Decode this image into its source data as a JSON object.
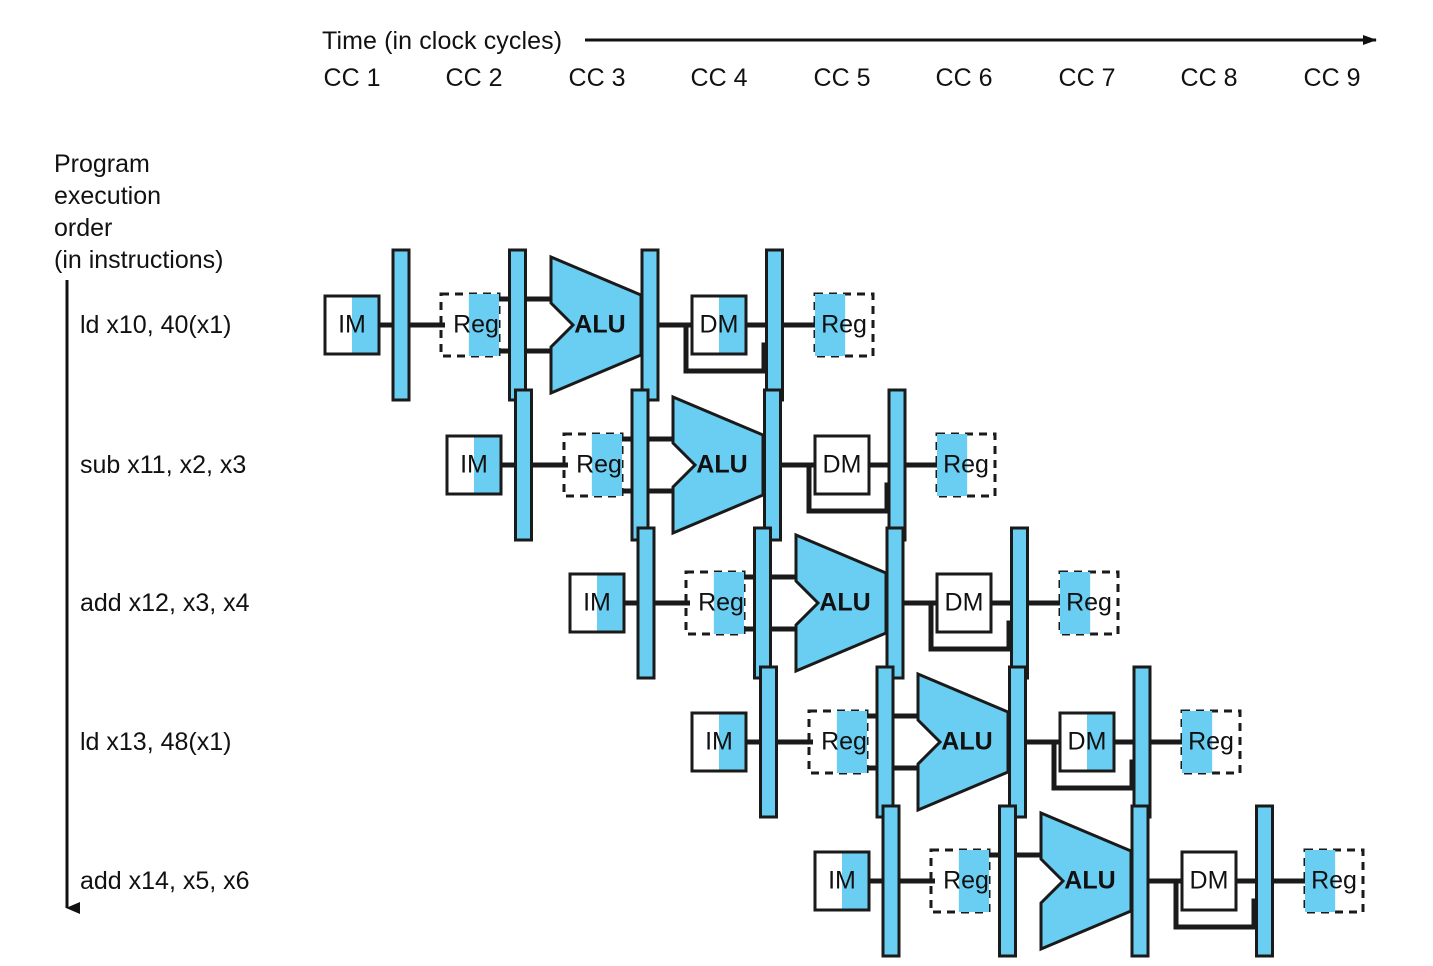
{
  "header": {
    "time_axis_label": "Time (in clock cycles)",
    "cycles": [
      "CC 1",
      "CC 2",
      "CC 3",
      "CC 4",
      "CC 5",
      "CC 6",
      "CC 7",
      "CC 8",
      "CC 9"
    ],
    "arrow": "time-arrow-right"
  },
  "sidebar": {
    "title_lines": [
      "Program",
      "execution",
      "order",
      "(in instructions)"
    ],
    "arrow": "program-order-arrow-down"
  },
  "colors": {
    "accent_blue": "#6ACDF2",
    "outline": "#1a1a1a",
    "white": "#ffffff"
  },
  "stage_labels": {
    "im": "IM",
    "reg": "Reg",
    "alu": "ALU",
    "dm": "DM",
    "reg_wb": "Reg"
  },
  "chart_data": {
    "type": "diagram",
    "title": "Pipelined instruction execution (multiple-clock-cycle pipeline diagram)",
    "xlabel": "Time (in clock cycles)",
    "ylabel": "Program execution order (in instructions)",
    "x_ticks": [
      "CC 1",
      "CC 2",
      "CC 3",
      "CC 4",
      "CC 5",
      "CC 6",
      "CC 7",
      "CC 8",
      "CC 9"
    ],
    "rows": [
      {
        "instruction": "ld x10, 40(x1)",
        "start_cycle": 1,
        "stages": [
          "IM",
          "Reg",
          "ALU",
          "DM",
          "Reg"
        ],
        "im_shaded": true,
        "reg_read_shaded": true,
        "dm_shaded": true,
        "reg_write_shaded": true,
        "alu_shaded": true,
        "reg_to_alu_lines": 2
      },
      {
        "instruction": "sub x11, x2, x3",
        "start_cycle": 2,
        "stages": [
          "IM",
          "Reg",
          "ALU",
          "DM",
          "Reg"
        ],
        "im_shaded": true,
        "reg_read_shaded": true,
        "dm_shaded": false,
        "reg_write_shaded": true,
        "alu_shaded": true,
        "reg_to_alu_lines": 2
      },
      {
        "instruction": "add x12, x3, x4",
        "start_cycle": 3,
        "stages": [
          "IM",
          "Reg",
          "ALU",
          "DM",
          "Reg"
        ],
        "im_shaded": true,
        "reg_read_shaded": true,
        "dm_shaded": false,
        "reg_write_shaded": true,
        "alu_shaded": true,
        "reg_to_alu_lines": 2
      },
      {
        "instruction": "ld x13, 48(x1)",
        "start_cycle": 4,
        "stages": [
          "IM",
          "Reg",
          "ALU",
          "DM",
          "Reg"
        ],
        "im_shaded": true,
        "reg_read_shaded": true,
        "dm_shaded": true,
        "reg_write_shaded": true,
        "alu_shaded": true,
        "reg_to_alu_lines": 2
      },
      {
        "instruction": "add x14, x5, x6",
        "start_cycle": 5,
        "stages": [
          "IM",
          "Reg",
          "ALU",
          "DM",
          "Reg"
        ],
        "im_shaded": true,
        "reg_read_shaded": true,
        "dm_shaded": false,
        "reg_write_shaded": true,
        "alu_shaded": true,
        "reg_to_alu_lines": 1
      }
    ],
    "cycle_x_centers": [
      352,
      474,
      597,
      719,
      842,
      964,
      1087,
      1209,
      1332
    ],
    "row_y_centers": [
      325,
      465,
      603,
      742,
      881
    ],
    "legend": [],
    "grid": false
  }
}
